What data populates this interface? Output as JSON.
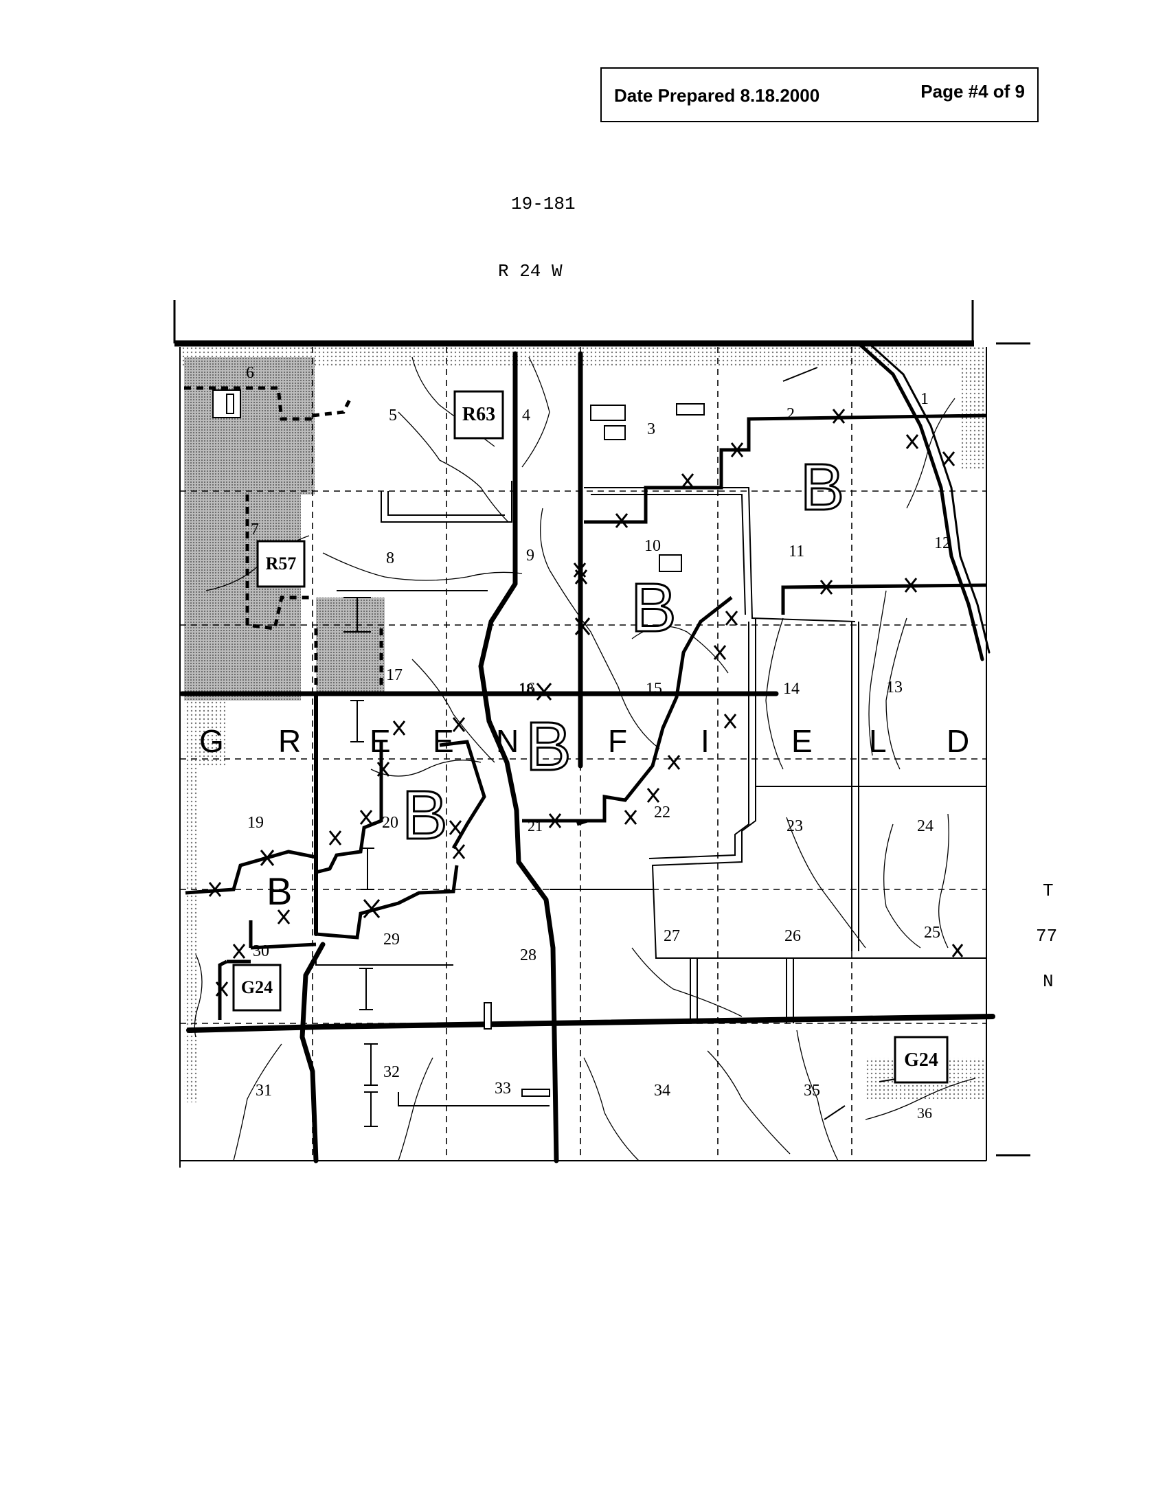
{
  "header": {
    "date_prepared": "Date Prepared 8.18.2000",
    "page_number": "Page #4 of 9"
  },
  "map_id": "19-181",
  "range_label": "R 24 W",
  "township_label": {
    "t": "T",
    "num": "77",
    "n": "N"
  },
  "township_name_letters": [
    "G",
    "R",
    "E",
    "E",
    "N",
    "F",
    "I",
    "E",
    "L",
    "D"
  ],
  "route_labels": [
    "R63",
    "R57",
    "G24",
    "G24"
  ],
  "zone_labels": [
    "B",
    "B",
    "B",
    "B",
    "B"
  ],
  "sections": [
    "6",
    "5",
    "4",
    "3",
    "2",
    "1",
    "7",
    "8",
    "9",
    "10",
    "11",
    "12",
    "18",
    "17",
    "16",
    "15",
    "14",
    "13",
    "19",
    "20",
    "21",
    "22",
    "23",
    "24",
    "30",
    "29",
    "28",
    "27",
    "26",
    "25",
    "31",
    "32",
    "33",
    "34",
    "35",
    "36"
  ],
  "colors": {
    "ink": "#000000",
    "shade": "#c8c8c8",
    "paper": "#ffffff"
  }
}
